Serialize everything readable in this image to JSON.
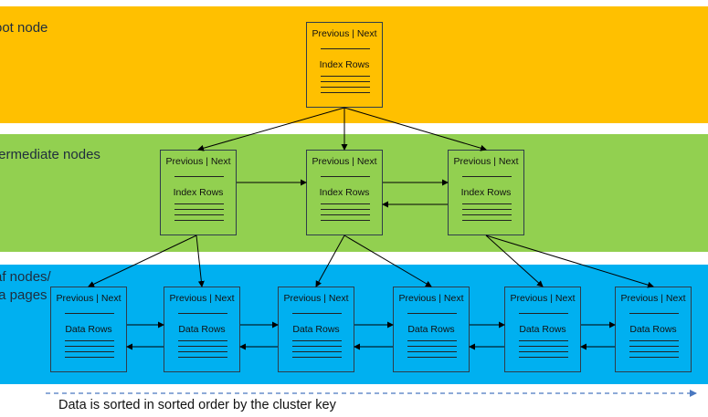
{
  "colors": {
    "root_band": "#FFC000",
    "intermediate_band": "#92D050",
    "leaf_band": "#00B0F0",
    "dashed_arrow": "#4A78C0"
  },
  "bands": {
    "root": {
      "label": "oot node"
    },
    "intermediate": {
      "label": "termediate nodes"
    },
    "leaf": {
      "label": "af nodes/\nta pages"
    }
  },
  "nodes": {
    "root": [
      {
        "header": "Previous | Next",
        "title": "Index Rows"
      }
    ],
    "intermediate": [
      {
        "header": "Previous | Next",
        "title": "Index Rows"
      },
      {
        "header": "Previous | Next",
        "title": "Index Rows"
      },
      {
        "header": "Previous | Next",
        "title": "Index Rows"
      }
    ],
    "leaf": [
      {
        "header": "Previous | Next",
        "title": "Data Rows"
      },
      {
        "header": "Previous | Next",
        "title": "Data Rows"
      },
      {
        "header": "Previous | Next",
        "title": "Data Rows"
      },
      {
        "header": "Previous | Next",
        "title": "Data Rows"
      },
      {
        "header": "Previous | Next",
        "title": "Data Rows"
      },
      {
        "header": "Previous | Next",
        "title": "Data Rows"
      }
    ]
  },
  "caption": "Data is sorted  in sorted order by the cluster key"
}
